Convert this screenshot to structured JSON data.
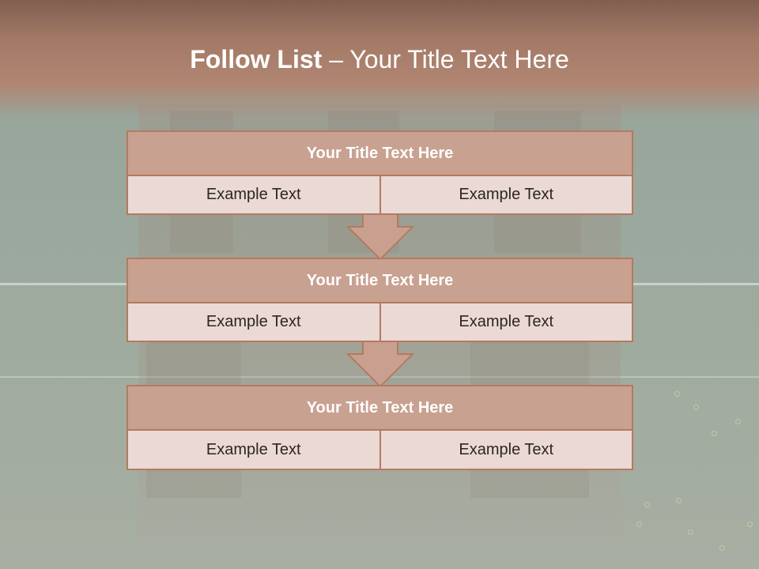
{
  "slide": {
    "title_bold": "Follow List",
    "title_rest": " – Your Title Text Here",
    "steps": [
      {
        "title": "Your Title Text Here",
        "left": "Example Text",
        "right": "Example Text"
      },
      {
        "title": "Your Title Text Here",
        "left": "Example Text",
        "right": "Example Text"
      },
      {
        "title": "Your Title Text Here",
        "left": "Example Text",
        "right": "Example Text"
      }
    ]
  },
  "colors": {
    "header": "#a47a67",
    "block_title_fill": "#c8a190",
    "block_border": "#b47a60",
    "cell_fill": "#ead9d4",
    "arrow_fill": "#c9a08f"
  }
}
